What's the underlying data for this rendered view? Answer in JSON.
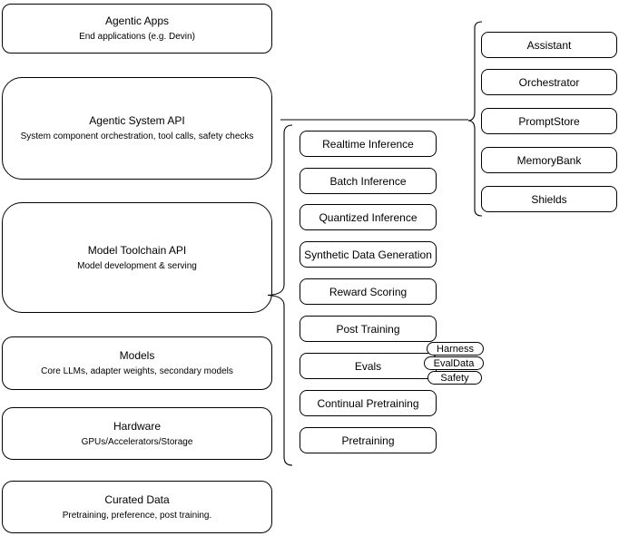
{
  "diagram": {
    "left_column": [
      {
        "title": "Agentic Apps",
        "subtitle": "End applications (e.g. Devin)"
      },
      {
        "title": "Agentic System API",
        "subtitle": "System component orchestration, tool calls, safety checks"
      },
      {
        "title": "Model Toolchain API",
        "subtitle": "Model development & serving"
      },
      {
        "title": "Models",
        "subtitle": "Core LLMs, adapter weights, secondary models"
      },
      {
        "title": "Hardware",
        "subtitle": "GPUs/Accelerators/Storage"
      },
      {
        "title": "Curated Data",
        "subtitle": "Pretraining, preference, post training."
      }
    ],
    "middle_column": [
      "Realtime Inference",
      "Batch Inference",
      "Quantized Inference",
      "Synthetic Data Generation",
      "Reward Scoring",
      "Post Training",
      "Evals",
      "Continual Pretraining",
      "Pretraining"
    ],
    "evals_tags": [
      "Harness",
      "EvalData",
      "Safety"
    ],
    "right_column": [
      "Assistant",
      "Orchestrator",
      "PromptStore",
      "MemoryBank",
      "Shields"
    ],
    "colors": {
      "stroke": "#000000",
      "fill": "#ffffff",
      "text": "#000000",
      "background": "#ffffff"
    }
  }
}
